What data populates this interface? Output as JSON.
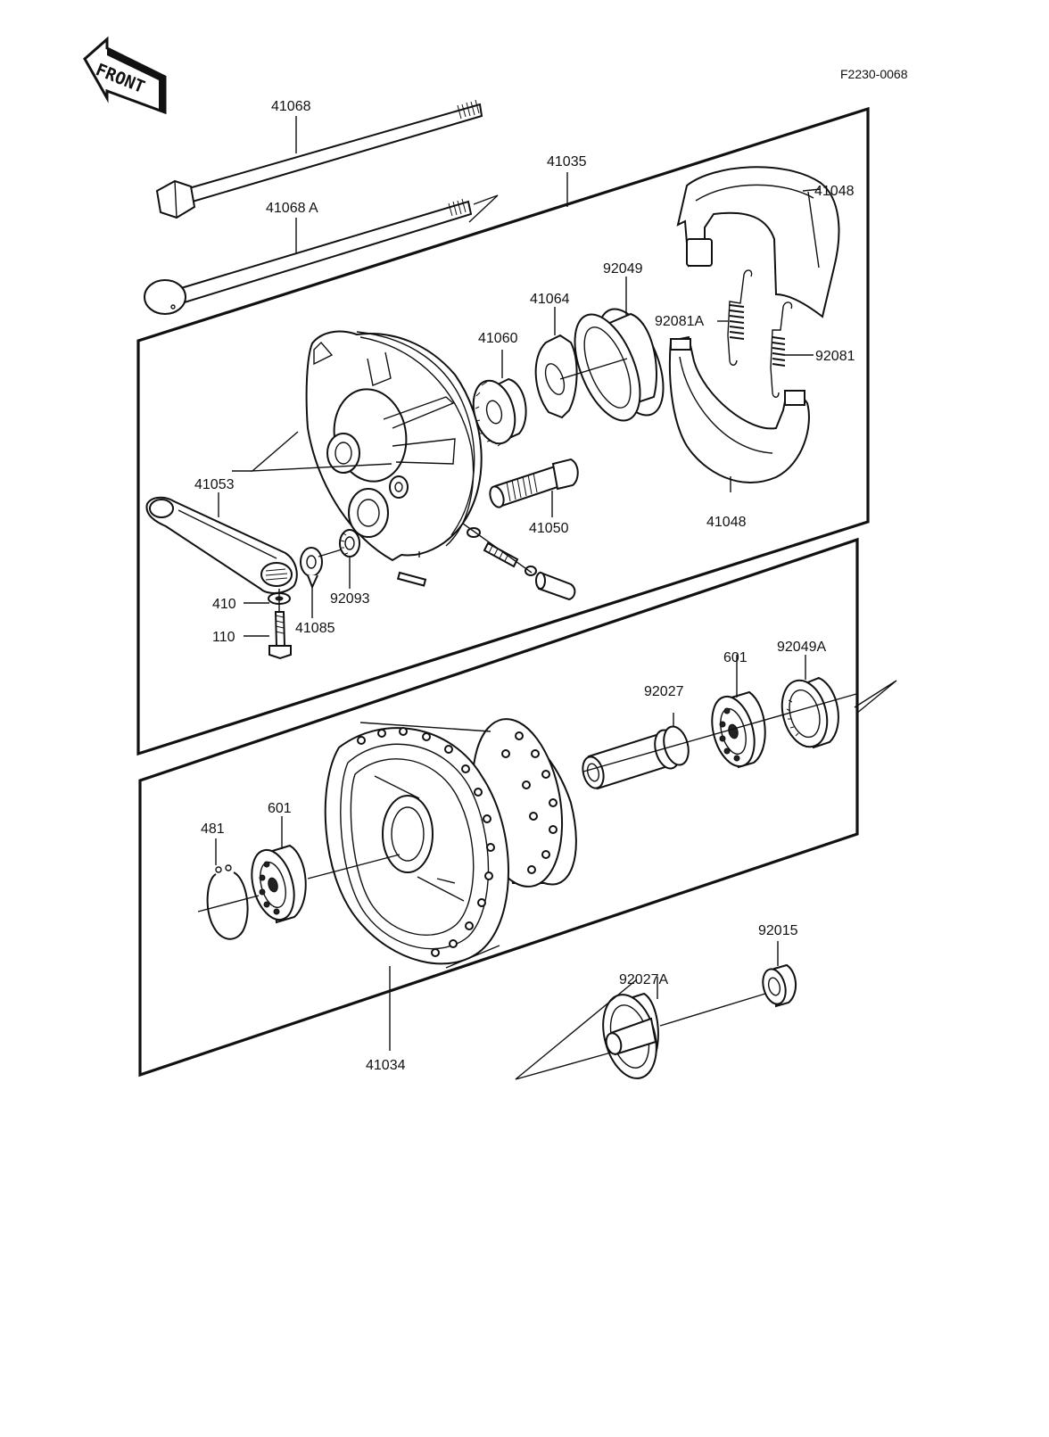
{
  "figure_code": "F2230-0068",
  "front_label": "FRONT",
  "labels": {
    "p41068": "41068",
    "p41068a": "41068 A",
    "p41035": "41035",
    "p41048_top": "41048",
    "p92049": "92049",
    "p41064": "41064",
    "p92081a": "92081A",
    "p41060": "41060",
    "p92081": "92081",
    "p41053": "41053",
    "p41050": "41050",
    "p41048_bottom": "41048",
    "p410": "410",
    "p41085": "41085",
    "p92093": "92093",
    "p110": "110",
    "p92049a": "92049A",
    "p601_right": "601",
    "p92027": "92027",
    "p481": "481",
    "p601_left": "601",
    "p92015": "92015",
    "p92027a": "92027A",
    "p41034": "41034"
  }
}
